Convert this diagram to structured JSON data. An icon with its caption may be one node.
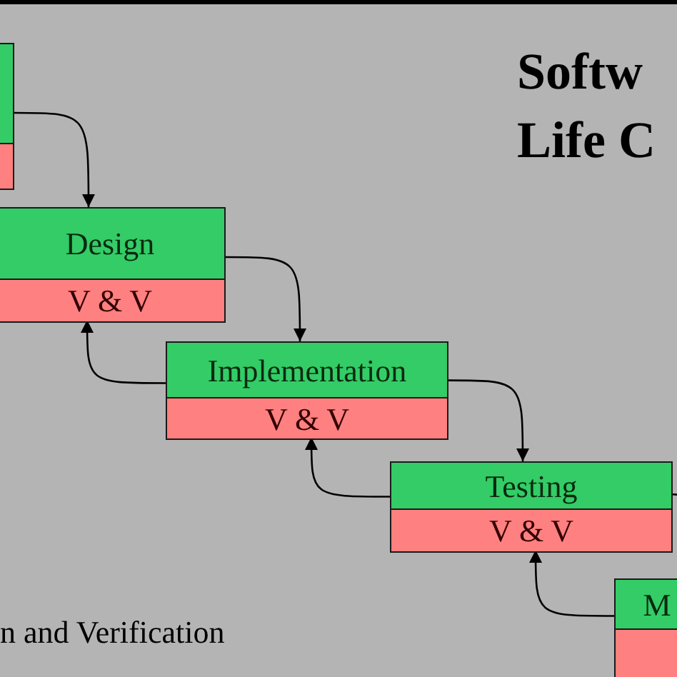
{
  "diagram": {
    "title": "Softw Life C",
    "nodes": [
      {
        "text": [],
        "shape": "box"
      },
      {
        "text": [
          "Design",
          "V & V"
        ]
      },
      {
        "text": [
          "Implementation",
          "V & V"
        ]
      },
      {
        "text": [
          "Testing",
          "V & V"
        ]
      },
      {
        "text": [
          "M"
        ]
      }
    ],
    "edges": [
      {
        "from": 0,
        "to": 1,
        "arrow": "to"
      },
      {
        "from": 1,
        "to": 2,
        "arrow": "to"
      },
      {
        "from": 2,
        "to": 3,
        "arrow": "to"
      },
      {
        "from": 3,
        "to": 4,
        "arrow": "to"
      },
      {
        "from": 2,
        "to": 1,
        "arrow": "to"
      },
      {
        "from": 3,
        "to": 2,
        "arrow": "to"
      },
      {
        "from": 4,
        "to": 3,
        "arrow": "to"
      }
    ],
    "labels": [
      "n and Verification"
    ]
  }
}
